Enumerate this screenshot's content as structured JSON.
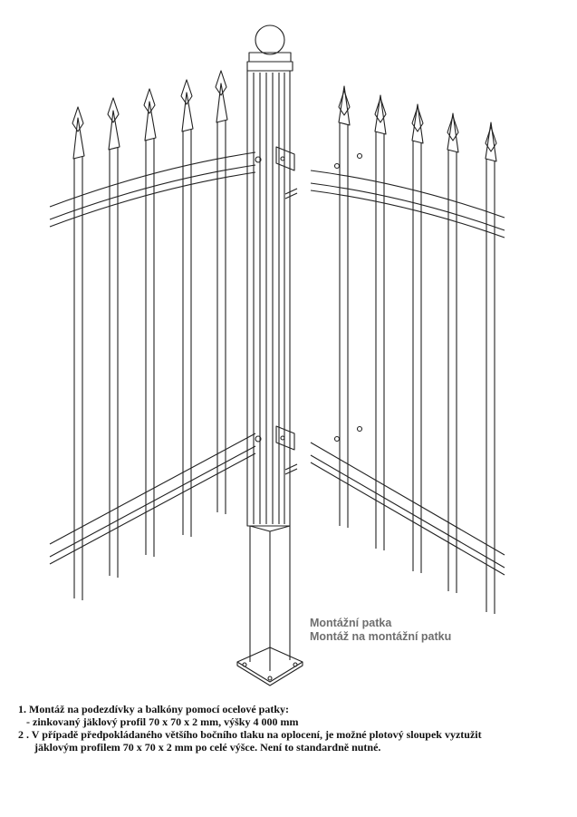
{
  "caption": {
    "line1": "Montážní patka",
    "line2": "Montáž na montážní patku"
  },
  "notes": {
    "n1": "1. Montáž na podezdívky a balkóny pomocí ocelové patky:",
    "n1_sub": "- zinkovaný jäklový profil 70 x 70 x 2 mm,  výšky 4 000 mm",
    "n2": "2 . V případě předpokládaného většího bočního tlaku na oplocení, je možné plotový sloupek vyztužit",
    "n2_cont": "jäklovým profilem 70 x 70 x 2 mm po celé výšce. Není to standardně nutné."
  },
  "colors": {
    "line": "#222222",
    "caption": "#6e6e6e"
  }
}
